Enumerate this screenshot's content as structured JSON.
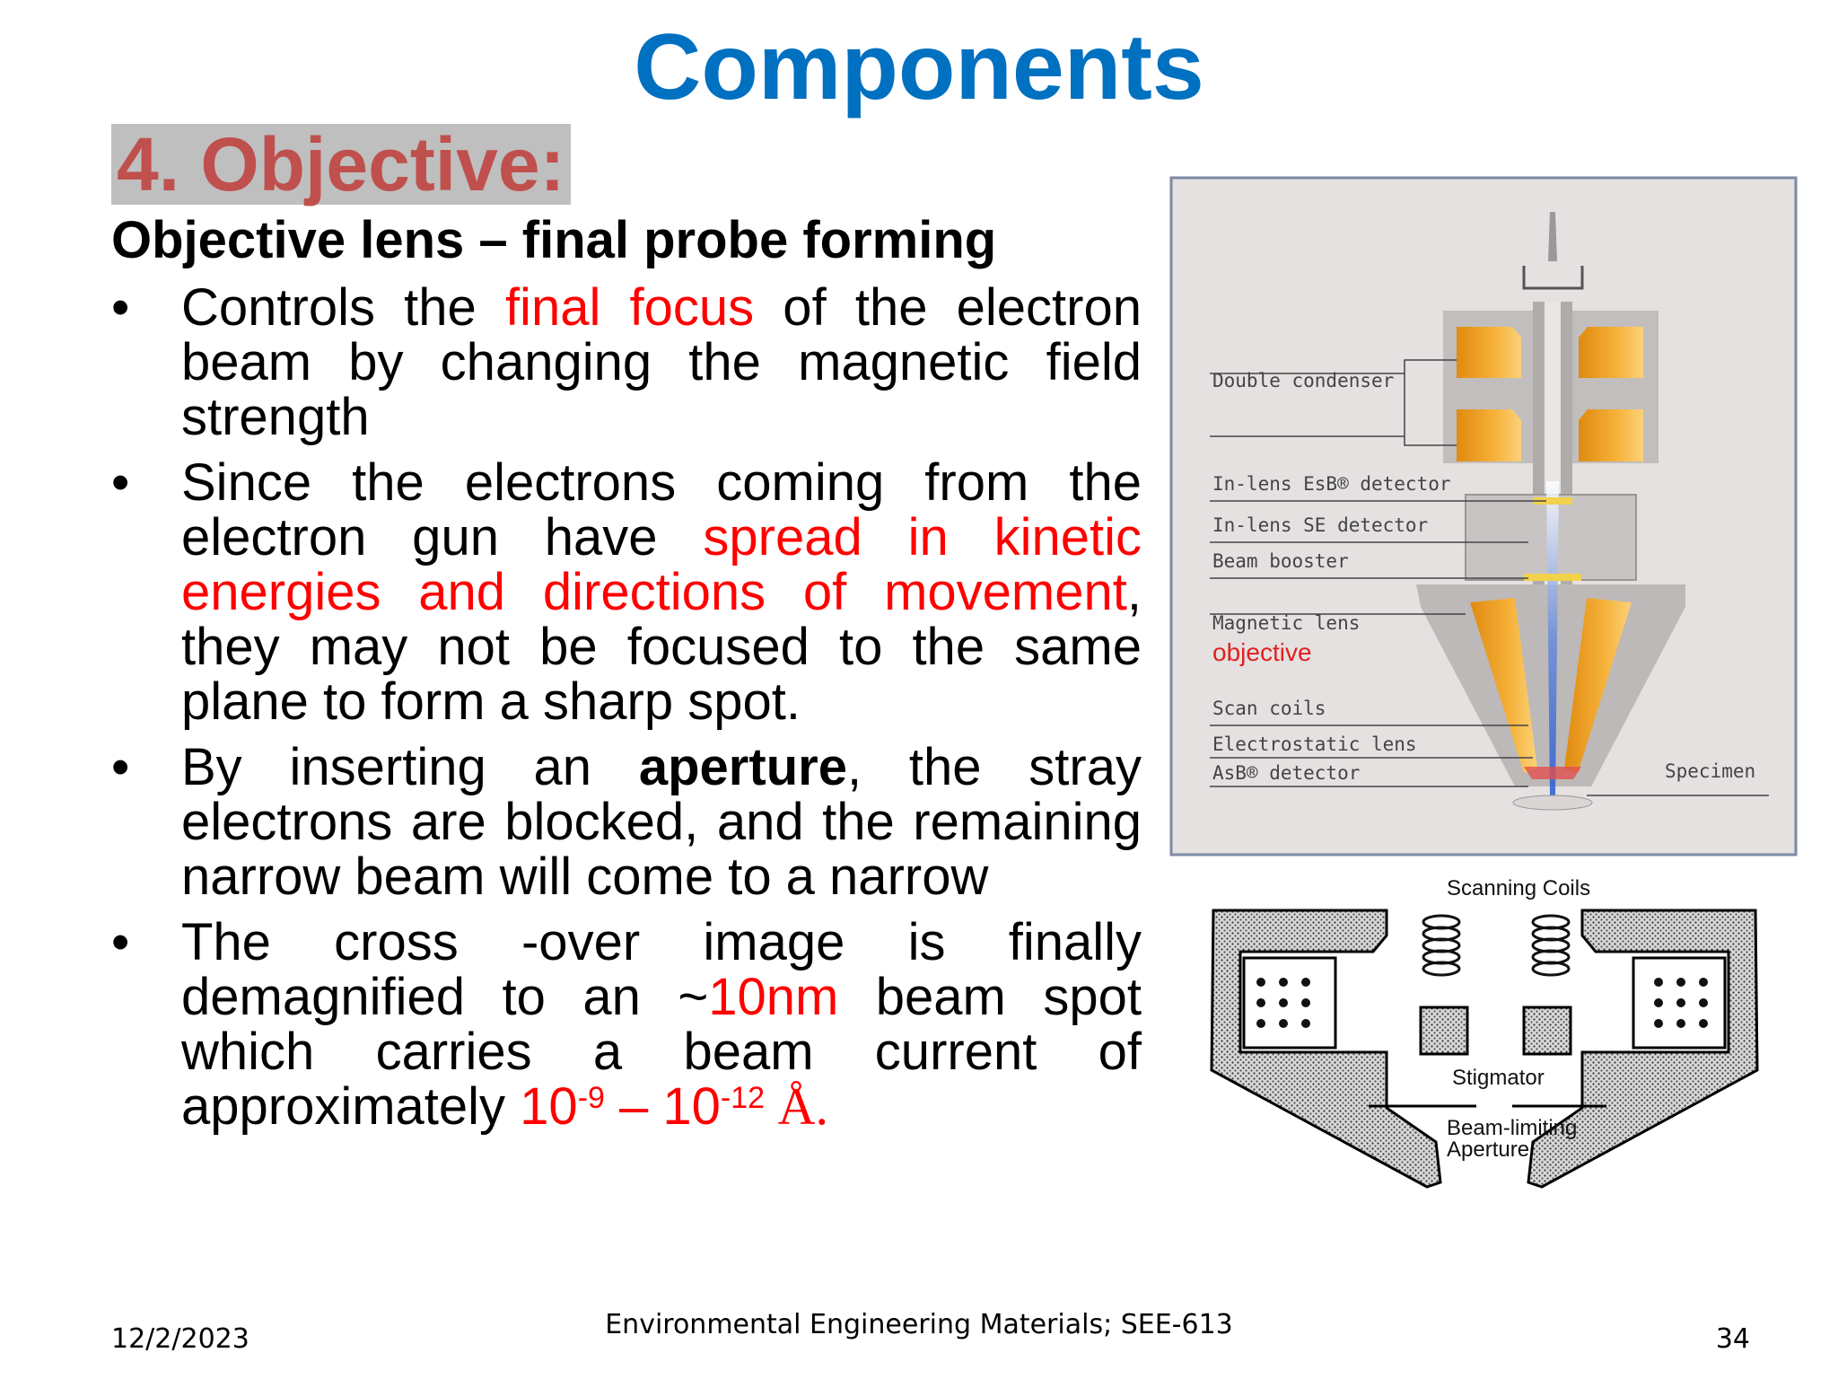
{
  "slide": {
    "title": "Components",
    "section_heading": "4. Objective:",
    "subtitle": "Objective lens – final probe forming",
    "bullet_symbol": "•",
    "bullets": [
      {
        "parts": [
          "Controls the ",
          "final focus",
          " of the electron beam by changing the magnetic field strength"
        ]
      },
      {
        "parts": [
          "Since the electrons coming from the electron gun have ",
          "spread in kinetic energies and directions of movement",
          ", they may not be focused to the same plane to form a sharp spot."
        ]
      },
      {
        "parts": [
          "By inserting an ",
          "aperture",
          ", the stray electrons are blocked, and the remaining narrow beam will come to a narrow"
        ]
      },
      {
        "parts": [
          "The cross -over image is finally demagnified to an ~",
          "10nm",
          " beam spot which carries a beam current of approximately ",
          "10",
          "-9",
          " – 10",
          "-12",
          " Å."
        ]
      }
    ]
  },
  "figure_top": {
    "labels": {
      "double_condenser": "Double condenser",
      "esb_detector": "In-lens EsB® detector",
      "se_detector": "In-lens SE detector",
      "beam_booster": "Beam booster",
      "magnetic_lens": "Magnetic lens",
      "objective": "objective",
      "scan_coils": "Scan coils",
      "electrostatic_lens": "Electrostatic lens",
      "asb_detector": "AsB® detector",
      "specimen": "Specimen"
    }
  },
  "figure_bottom": {
    "labels": {
      "scanning_coils": "Scanning Coils",
      "stigmator": "Stigmator",
      "aperture_line1": "Beam-limiting",
      "aperture_line2": "Aperture"
    }
  },
  "footer": {
    "date": "12/2/2023",
    "course": "Environmental Engineering Materials; SEE-613",
    "page_number": "34"
  },
  "colors": {
    "title": "#0070c0",
    "section_heading": "#c0504d",
    "section_background": "#bfbfbf",
    "highlight": "#ff0000",
    "lens_coil": "#f0a020"
  }
}
